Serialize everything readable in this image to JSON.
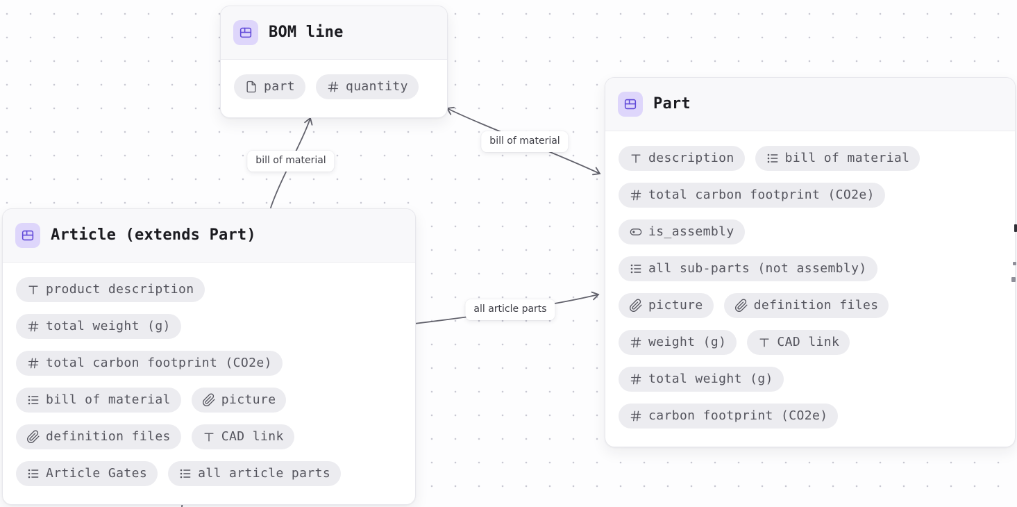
{
  "diagram": {
    "type": "data-model-graph",
    "nodes": {
      "bom": {
        "title": "BOM line",
        "fields": [
          {
            "icon": "file",
            "label": "part"
          },
          {
            "icon": "number",
            "label": "quantity"
          }
        ]
      },
      "part": {
        "title": "Part",
        "fields": [
          {
            "icon": "text",
            "label": "description"
          },
          {
            "icon": "list",
            "label": "bill of material"
          },
          {
            "icon": "number",
            "label": "total carbon footprint (CO2e)"
          },
          {
            "icon": "toggle",
            "label": "is_assembly"
          },
          {
            "icon": "list",
            "label": "all sub-parts (not assembly)"
          },
          {
            "icon": "attachment",
            "label": "picture"
          },
          {
            "icon": "attachment",
            "label": "definition files"
          },
          {
            "icon": "number",
            "label": "weight (g)"
          },
          {
            "icon": "text",
            "label": "CAD link"
          },
          {
            "icon": "number",
            "label": "total weight (g)"
          },
          {
            "icon": "number",
            "label": "carbon footprint (CO2e)"
          }
        ]
      },
      "article": {
        "title": "Article (extends Part)",
        "fields": [
          {
            "icon": "text",
            "label": "product description"
          },
          {
            "icon": "number",
            "label": "total weight (g)"
          },
          {
            "icon": "number",
            "label": "total carbon footprint (CO2e)"
          },
          {
            "icon": "list",
            "label": "bill of material"
          },
          {
            "icon": "attachment",
            "label": "picture"
          },
          {
            "icon": "attachment",
            "label": "definition files"
          },
          {
            "icon": "text",
            "label": "CAD link"
          },
          {
            "icon": "list",
            "label": "Article Gates"
          },
          {
            "icon": "list",
            "label": "all article parts"
          }
        ]
      }
    },
    "edges": [
      {
        "label": "bill of material",
        "from": "Article (extends Part)",
        "to": "BOM line",
        "arrows": "single"
      },
      {
        "label": "bill of material",
        "from": "BOM line",
        "to": "Part",
        "arrows": "double"
      },
      {
        "label": "all article parts",
        "from": "Article (extends Part)",
        "to": "Part",
        "arrows": "single"
      }
    ]
  },
  "colors": {
    "accent_badge_bg": "#ded6fb",
    "accent_badge_glyph": "#5f48d8",
    "chip_bg": "#ececf0",
    "chip_text": "#54545d",
    "edge": "#62626c",
    "header_bg": "#f8f8fa",
    "canvas_dot": "#c8c8d2"
  }
}
